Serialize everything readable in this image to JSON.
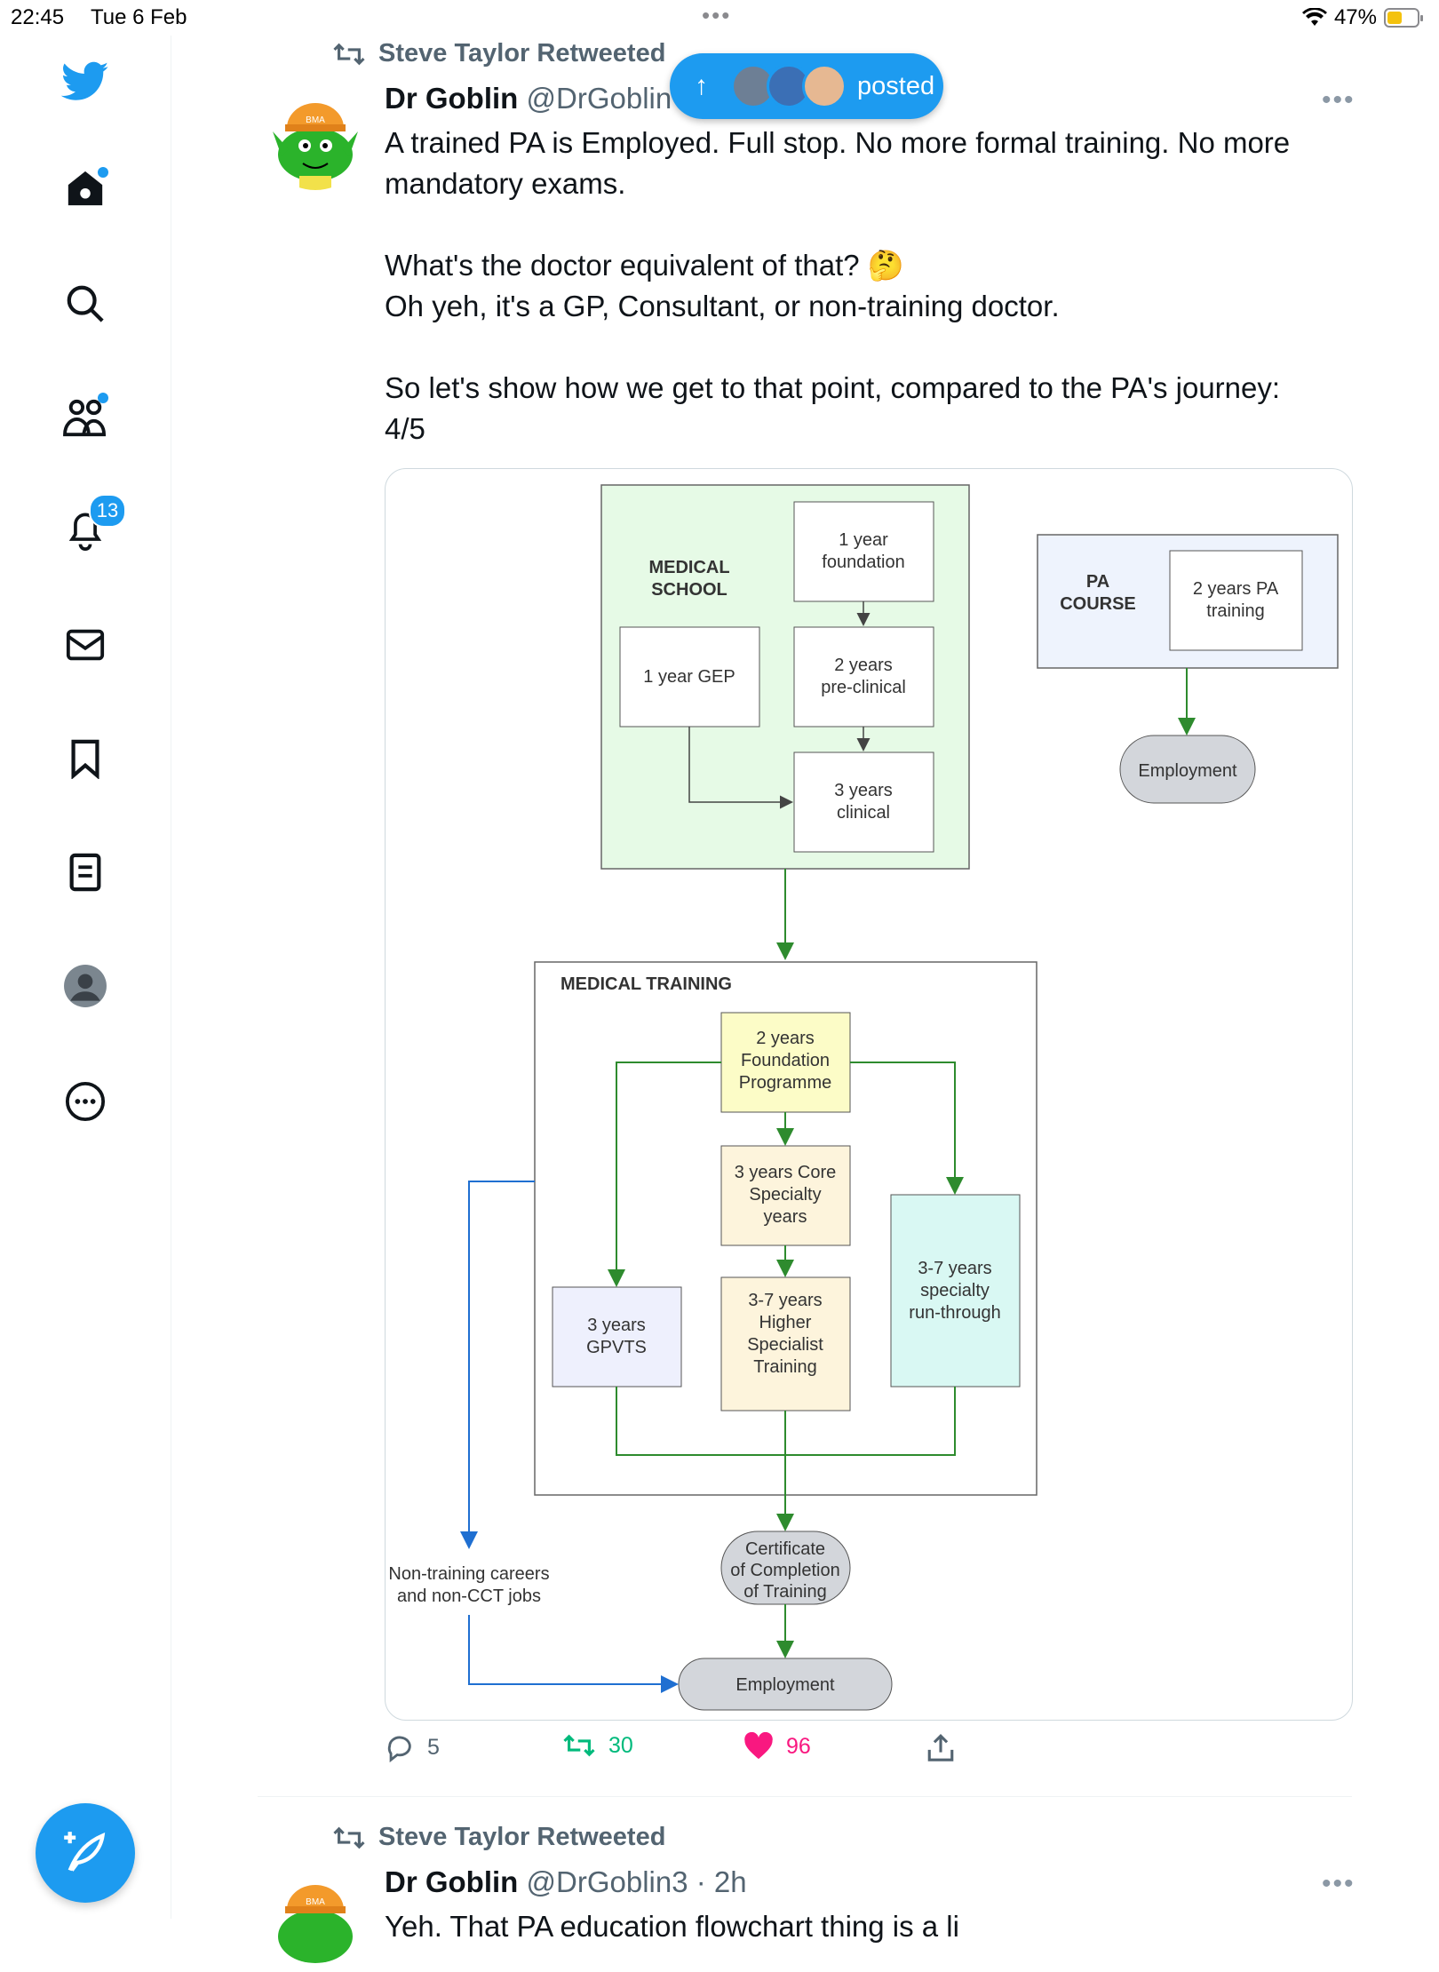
{
  "status_bar": {
    "time": "22:45",
    "date": "Tue 6 Feb",
    "battery": "47%"
  },
  "sidebar": {
    "notifications_count": "13",
    "items": [
      "home",
      "explore",
      "communities",
      "notifications",
      "messages",
      "bookmarks",
      "lists",
      "profile",
      "more"
    ]
  },
  "posted_pill": {
    "label": "posted"
  },
  "tweet1": {
    "retweeted_by": "Steve Taylor Retweeted",
    "author_name": "Dr Goblin",
    "author_handle": "@DrGoblin",
    "text": "A trained PA is Employed. Full stop. No more formal training. No more mandatory exams.\n\nWhat's the doctor equivalent of that? 🤔\nOh yeh, it's a GP, Consultant, or non-training doctor.\n\nSo let's show how we get to that point, compared to the PA's journey:\n4/5",
    "replies": "5",
    "retweets": "30",
    "likes": "96"
  },
  "diagram": {
    "medical_school": "MEDICAL SCHOOL",
    "ms_line1": "MEDICAL",
    "ms_line2": "SCHOOL",
    "foundation_1": "1 year",
    "foundation_2": "foundation",
    "gep": "1 year GEP",
    "preclin_1": "2 years",
    "preclin_2": "pre-clinical",
    "clin_1": "3 years",
    "clin_2": "clinical",
    "pa_1": "PA",
    "pa_2": "COURSE",
    "pa_train_1": "2 years PA",
    "pa_train_2": "training",
    "pa_employment": "Employment",
    "medical_training": "MEDICAL TRAINING",
    "fp_1": "2 years",
    "fp_2": "Foundation",
    "fp_3": "Programme",
    "core_1": "3 years Core",
    "core_2": "Specialty",
    "core_3": "years",
    "runthrough_1": "3-7 years",
    "runthrough_2": "specialty",
    "runthrough_3": "run-through",
    "gpvts_1": "3 years",
    "gpvts_2": "GPVTS",
    "hst_1": "3-7 years",
    "hst_2": "Higher",
    "hst_3": "Specialist",
    "hst_4": "Training",
    "cct_1": "Certificate",
    "cct_2": "of Completion",
    "cct_3": "of Training",
    "nontrain_1": "Non-training careers",
    "nontrain_2": "and non-CCT jobs",
    "final_employment": "Employment"
  },
  "tweet2": {
    "retweeted_by": "Steve Taylor Retweeted",
    "author_name": "Dr Goblin",
    "author_handle": "@DrGoblin3",
    "time": "· 2h",
    "text_partial": "Yeh. That PA education flowchart thing is a li"
  },
  "colors": {
    "accent": "#1d9bf0",
    "like": "#f91880",
    "retweet": "#00ba7c",
    "flow_green": "#2e8b2e",
    "flow_blue": "#1f6fd1"
  }
}
